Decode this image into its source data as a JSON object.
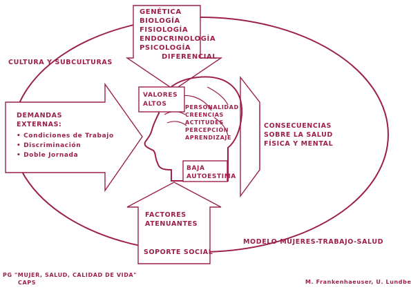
{
  "diagram": {
    "top_block": [
      "GENÉTICA",
      "BIOLOGÍA",
      "FISIOLOGÍA",
      "ENDOCRINOLOGÍA",
      "PSICOLOGÍA",
      "DIFERENCIAL"
    ],
    "left_label": "CULTURA Y SUBCULTURAS",
    "left_block": {
      "title": [
        "DEMANDAS",
        "EXTERNAS:"
      ],
      "items": [
        "• Condiciones de Trabajo",
        "• Discriminación",
        "• Doble Jornada"
      ]
    },
    "values_box": [
      "VALORES",
      "ALTOS"
    ],
    "head_list": [
      "PERSONALIDAD",
      "CREENCIAS",
      "ACTITUDES",
      "PERCEPCIÓN",
      "APRENDIZAJE"
    ],
    "bottom_box": [
      "BAJA",
      "AUTOESTIMA"
    ],
    "right_block": [
      "CONSECUENCIAS",
      "SOBRE LA SALUD",
      "FÍSICA Y MENTAL"
    ],
    "bottom_block": {
      "factors": [
        "FACTORES",
        "ATENUANTES"
      ],
      "support": "SOPORTE SOCIAL"
    },
    "model_label": "MODELO MUJERES-TRABAJO-SALUD",
    "footer_left": [
      "PG \"MUJER, SALUD, CALIDAD DE VIDA\"",
      "CAPS"
    ],
    "footer_right": "M. Frankenhaeuser, U. Lundberg"
  }
}
